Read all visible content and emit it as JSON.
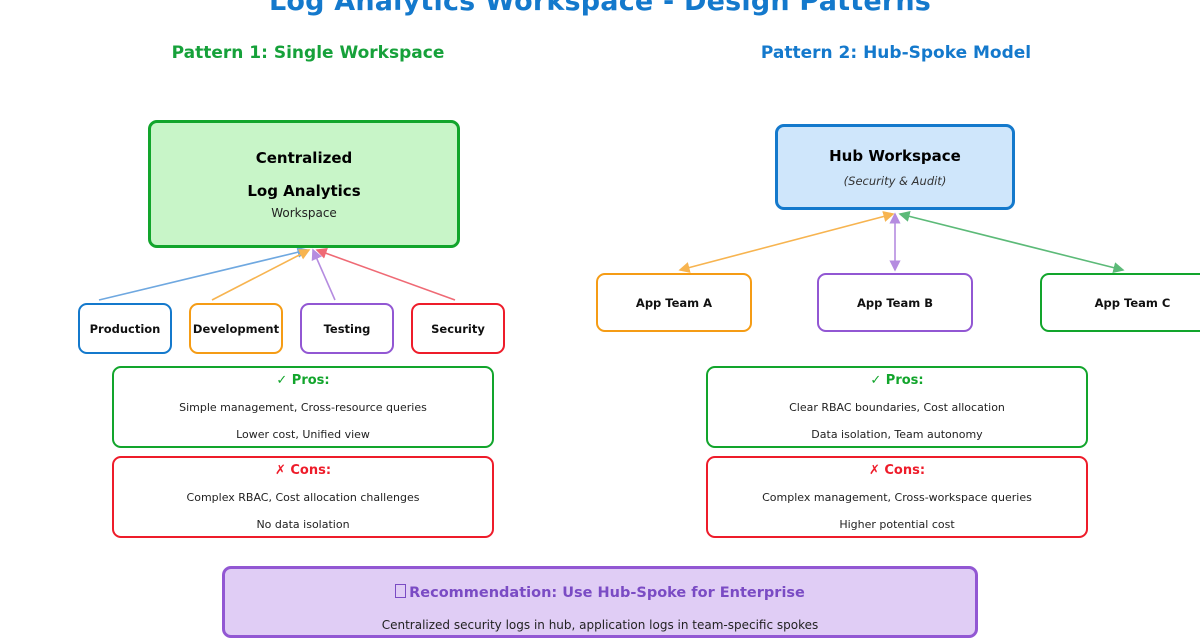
{
  "title": "Log Analytics Workspace - Design Patterns",
  "patterns": [
    {
      "title": "Pattern 1: Single Workspace",
      "color": "#16a13a",
      "central": {
        "line1": "Centralized",
        "line2": "Log Analytics",
        "line3": "Workspace",
        "fill": "#c8f5c8",
        "border": "#12a52c"
      },
      "leaves": [
        {
          "label": "Production",
          "color": "#1479cc"
        },
        {
          "label": "Development",
          "color": "#f59c15"
        },
        {
          "label": "Testing",
          "color": "#9257d3"
        },
        {
          "label": "Security",
          "color": "#ee1c2a"
        }
      ],
      "pros": {
        "heading": "✓ Pros:",
        "lines": [
          "Simple management, Cross-resource queries",
          "Lower cost, Unified view"
        ]
      },
      "cons": {
        "heading": "✗ Cons:",
        "lines": [
          "Complex RBAC, Cost allocation challenges",
          "No data isolation"
        ]
      }
    },
    {
      "title": "Pattern 2: Hub-Spoke Model",
      "color": "#1479cc",
      "hub": {
        "line1": "Hub Workspace",
        "line2": "(Security & Audit)",
        "fill": "#cfe6fb",
        "border": "#1479cc"
      },
      "spokes": [
        {
          "label": "App Team A",
          "color": "#f59c15"
        },
        {
          "label": "App Team B",
          "color": "#9257d3"
        },
        {
          "label": "App Team C",
          "color": "#12a52c"
        }
      ],
      "pros": {
        "heading": "✓ Pros:",
        "lines": [
          "Clear RBAC boundaries, Cost allocation",
          "Data isolation, Team autonomy"
        ]
      },
      "cons": {
        "heading": "✗ Cons:",
        "lines": [
          "Complex management, Cross-workspace queries",
          "Higher potential cost"
        ]
      }
    }
  ],
  "recommendation": {
    "heading": "Recommendation: Use Hub-Spoke for Enterprise",
    "subtext": "Centralized security logs in hub, application logs in team-specific spokes",
    "fill": "#e0cdf5",
    "border": "#9257d3",
    "text_color": "#7a4bc4"
  }
}
